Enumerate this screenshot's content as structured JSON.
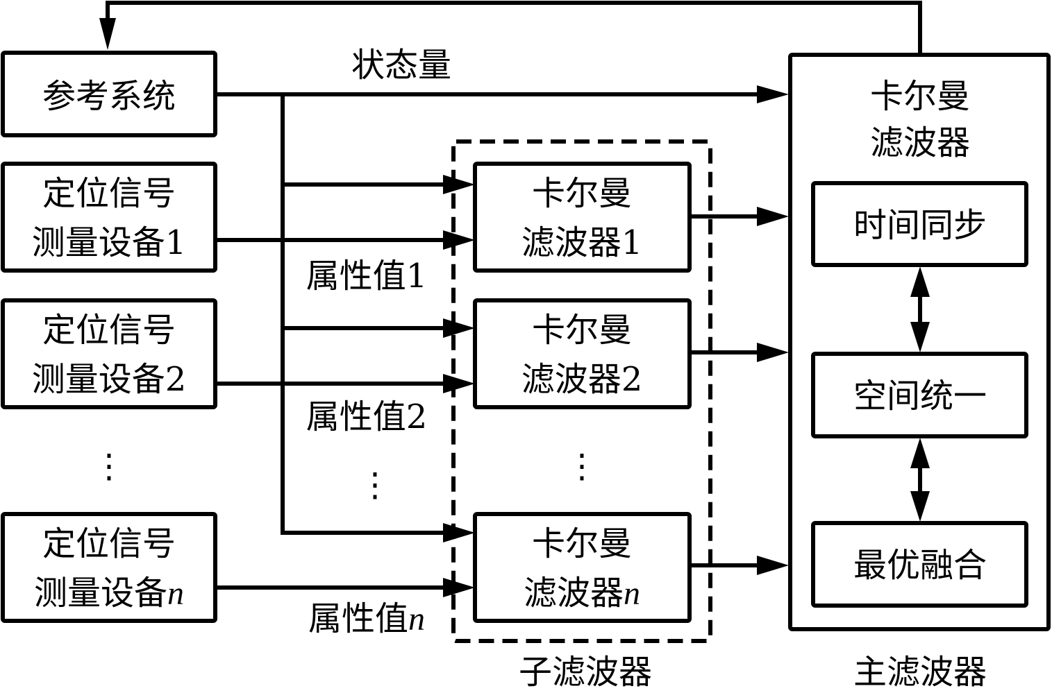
{
  "colors": {
    "stroke": "#000000",
    "background": "#ffffff"
  },
  "reference_system": {
    "label": "参考系统"
  },
  "state_label": "状态量",
  "devices": [
    {
      "line1": "定位信号",
      "line2": "测量设备",
      "index": "1",
      "index_italic": false
    },
    {
      "line1": "定位信号",
      "line2": "测量设备",
      "index": "2",
      "index_italic": false
    },
    {
      "line1": "定位信号",
      "line2": "测量设备",
      "index": "n",
      "index_italic": true
    }
  ],
  "attributes": [
    {
      "label": "属性值",
      "index": "1",
      "index_italic": false
    },
    {
      "label": "属性值",
      "index": "2",
      "index_italic": false
    },
    {
      "label": "属性值",
      "index": "n",
      "index_italic": true
    }
  ],
  "sub_filters": [
    {
      "line1": "卡尔曼",
      "line2": "滤波器",
      "index": "1",
      "index_italic": false
    },
    {
      "line1": "卡尔曼",
      "line2": "滤波器",
      "index": "2",
      "index_italic": false
    },
    {
      "line1": "卡尔曼",
      "line2": "滤波器",
      "index": "n",
      "index_italic": true
    }
  ],
  "sub_filter_group_label": "子滤波器",
  "main_filter": {
    "title_line1": "卡尔曼",
    "title_line2": "滤波器",
    "stages": [
      "时间同步",
      "空间统一",
      "最优融合"
    ],
    "group_label": "主滤波器"
  },
  "ellipsis": "⋮"
}
